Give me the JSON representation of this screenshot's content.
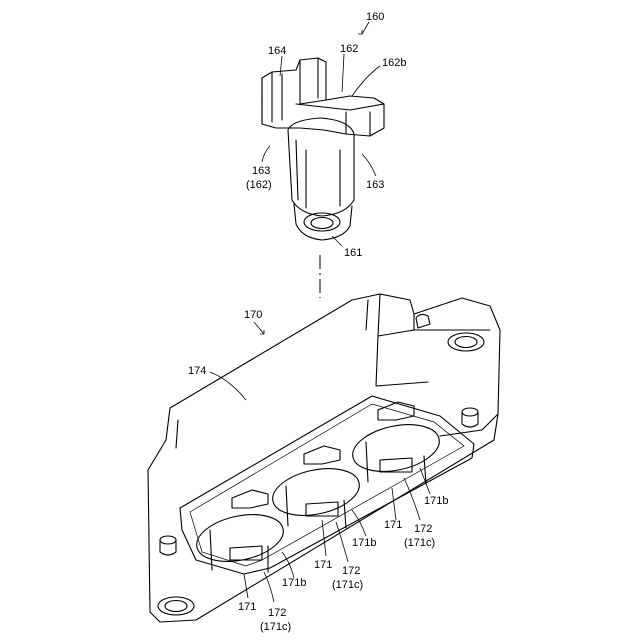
{
  "labels": {
    "l160": "160",
    "l164": "164",
    "l162": "162",
    "l162b": "162b",
    "l163a": "163",
    "l162p": "(162)",
    "l163b": "163",
    "l161": "161",
    "l170": "170",
    "l174": "174",
    "l171b_1": "171b",
    "l172_1": "172",
    "l171c_1": "(171c)",
    "l171_1": "171",
    "l171b_2": "171b",
    "l172_2": "172",
    "l171c_2": "(171c)",
    "l171_2": "171",
    "l171b_3": "171b",
    "l171_3": "171",
    "l172_3": "172",
    "l171c_3": "(171c)"
  }
}
